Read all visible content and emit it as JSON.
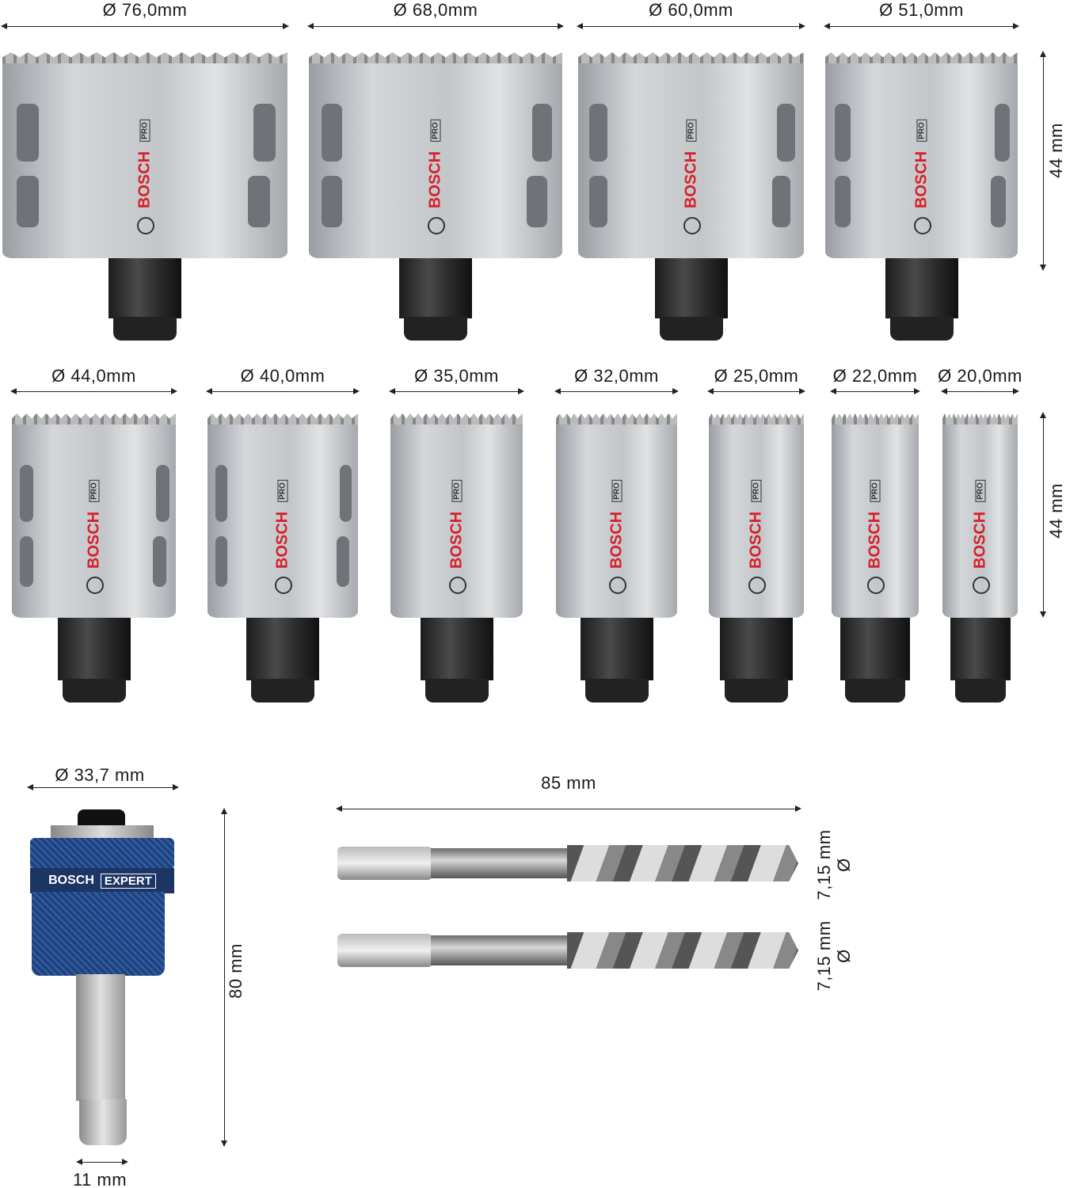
{
  "hole_saws_row1": [
    {
      "diameter": "Ø 76,0mm",
      "brand": "BOSCH",
      "badge": "PRO"
    },
    {
      "diameter": "Ø 68,0mm",
      "brand": "BOSCH",
      "badge": "PRO"
    },
    {
      "diameter": "Ø 60,0mm",
      "brand": "BOSCH",
      "badge": "PRO"
    },
    {
      "diameter": "Ø 51,0mm",
      "brand": "BOSCH",
      "badge": "PRO"
    }
  ],
  "row1_height": "44 mm",
  "hole_saws_row2": [
    {
      "diameter": "Ø 44,0mm",
      "brand": "BOSCH",
      "badge": "PRO"
    },
    {
      "diameter": "Ø 40,0mm",
      "brand": "BOSCH",
      "badge": "PRO"
    },
    {
      "diameter": "Ø 35,0mm",
      "brand": "BOSCH",
      "badge": "PRO"
    },
    {
      "diameter": "Ø 32,0mm",
      "brand": "BOSCH",
      "badge": "PRO"
    },
    {
      "diameter": "Ø 25,0mm",
      "brand": "BOSCH",
      "badge": "PRO"
    },
    {
      "diameter": "Ø 22,0mm",
      "brand": "BOSCH",
      "badge": "PRO"
    },
    {
      "diameter": "Ø 20,0mm",
      "brand": "BOSCH",
      "badge": "PRO"
    }
  ],
  "row2_height": "44 mm",
  "adapter": {
    "diameter": "Ø 33,7 mm",
    "length": "80 mm",
    "shank": "11 mm",
    "brand": "BOSCH",
    "line": "EXPERT"
  },
  "drills": {
    "length": "85 mm",
    "items": [
      {
        "diameter": "7,15 mm",
        "symbol": "Ø"
      },
      {
        "diameter": "7,15 mm",
        "symbol": "Ø"
      }
    ]
  },
  "colors": {
    "brand_red": "#d8202a",
    "adapter_blue": "#2d5aa0"
  }
}
